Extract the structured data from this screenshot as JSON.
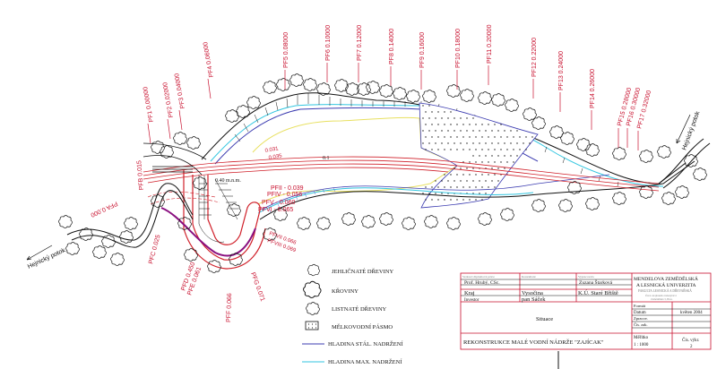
{
  "profiles_top": [
    {
      "label": "PF1 0.00000"
    },
    {
      "label": "PF2 0.02000"
    },
    {
      "label": "PF3 0.04000"
    },
    {
      "label": "PF4 0.06000"
    },
    {
      "label": "PF5 0.08000"
    },
    {
      "label": "PF6 0.10000"
    },
    {
      "label": "PF7 0.12000"
    },
    {
      "label": "PF8 0.14000"
    },
    {
      "label": "PF9 0.16000"
    },
    {
      "label": "PF10 0.18000"
    },
    {
      "label": "PF11 0.20000"
    },
    {
      "label": "PF12 0.22000"
    },
    {
      "label": "PF13 0.24000"
    },
    {
      "label": "PF14 0.26000"
    },
    {
      "label": "PF15 0.28000"
    },
    {
      "label": "PF16 0.30000"
    },
    {
      "label": "PF17 0.32000"
    }
  ],
  "profiles_bottom": [
    {
      "label": "PFA 0.000"
    },
    {
      "label": "PFB 0.015"
    },
    {
      "label": "PFC 0.025"
    },
    {
      "label": "PFD 0.450"
    },
    {
      "label": "PFE 0.061"
    },
    {
      "label": "PFF 0.066"
    },
    {
      "label": "PFG 0.071"
    }
  ],
  "profiles_dam": [
    {
      "label": "PFII - 0.039"
    },
    {
      "label": "PFIV - 0.056"
    },
    {
      "label": "PFV - 0.060"
    },
    {
      "label": "PFVI - 0.065"
    }
  ],
  "dam_labels": {
    "elev": "0.40 m.n.m.",
    "station": "0.1",
    "top_a": "0.031",
    "top_b": "0.035",
    "lower_a": "PFVII 0.066",
    "lower_b": "PFVIII 0.069"
  },
  "stream_labels": {
    "left": "Hejnický potok",
    "right": "Hejnický potok"
  },
  "legend": [
    {
      "icon": "conifer-tree-icon",
      "label": "JEHLIČNATÉ DŘEVINY"
    },
    {
      "icon": "shrub-icon",
      "label": "KŘOVINY"
    },
    {
      "icon": "deciduous-tree-icon",
      "label": "LISTNATÉ DŘEVINY"
    },
    {
      "icon": "shallow-zone-icon",
      "label": "MĚLKOVODNÍ PÁSMO"
    },
    {
      "icon": "line-permanent-level",
      "label": "HLADINA STÁL. NADRŽENÍ",
      "color": "#3b3bb0"
    },
    {
      "icon": "line-max-level",
      "label": "HLADINA MAX. NADRŽENÍ",
      "color": "#33c6e0"
    }
  ],
  "title_block": {
    "h_supervisor": "Vedoucí diplomové práce",
    "h_consultant": "Konzultant",
    "h_author": "Vypracovala",
    "supervisor": "Prof. Hrubý, CSc.",
    "author": "Zuzana Štarková",
    "region_label": "Kraj",
    "region": "Vysočina",
    "cadastre": "K.Ú. Staré Břiště",
    "investor_label": "Investor",
    "investor": "pan Sáček",
    "school_1": "MENDELOVA ZEMĚDĚLSKÁ",
    "school_2": "A LESNICKÁ UNIVERZITA",
    "school_3": "FAKULTA LESNICKÁ A DŘEVAŘSKÁ",
    "school_4": "Ústav krajinného inženýrství",
    "school_5": "Zemědělská 3, Brno",
    "format_label": "Formát",
    "date_label": "Datum",
    "date": "květen 2004",
    "processed_label": "Zpracov.",
    "order_label": "Čís. zak.",
    "drawing_title": "Situace",
    "project": "REKONSTRUKCE MALÉ VODNÍ NÁDRŽE \"ZAJÍCAK\"",
    "scale_label": "Měřítko",
    "scale": "1 : 1000",
    "sheet_label": "Čís. výkr.",
    "sheet": "2"
  },
  "colors": {
    "red": "#d0202a",
    "blue": "#3b3bb0",
    "cyan": "#33c6e0",
    "yellow": "#e8e060",
    "purple": "#8a1080"
  }
}
